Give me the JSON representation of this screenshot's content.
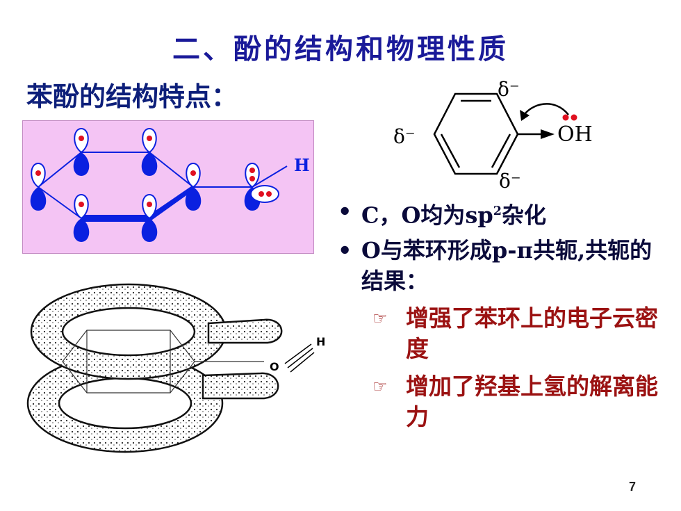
{
  "slide": {
    "title": "二、酚的结构和物理性质",
    "subtitle": "苯酚的结构特点：",
    "page_number": "7"
  },
  "orbital_diagram": {
    "h_label": "H",
    "background_color": "#f4c4f4",
    "lobe_color": "#0a20e0",
    "electron_color": "#e01020"
  },
  "structure": {
    "delta_top": "δ⁻",
    "delta_left": "δ⁻",
    "delta_bottom": "δ⁻",
    "oh_label": "OH"
  },
  "ring3d": {
    "o_label": "O",
    "h_label": "H"
  },
  "bullets": [
    {
      "marker": "•",
      "text_before": "C，O均为sp",
      "superscript": "2",
      "text_after": "杂化"
    },
    {
      "marker": "•",
      "text": "O与苯环形成p-π共轭,共轭的结果："
    }
  ],
  "subpoints": [
    {
      "marker_icon": "pointing-hand-icon",
      "text": "增强了苯环上的电子云密度"
    },
    {
      "marker_icon": "pointing-hand-icon",
      "text": "增加了羟基上氢的解离能力"
    }
  ],
  "colors": {
    "title": "#1a1a99",
    "subtitle": "#0d1f7a",
    "subpoint": "#9b1212"
  }
}
